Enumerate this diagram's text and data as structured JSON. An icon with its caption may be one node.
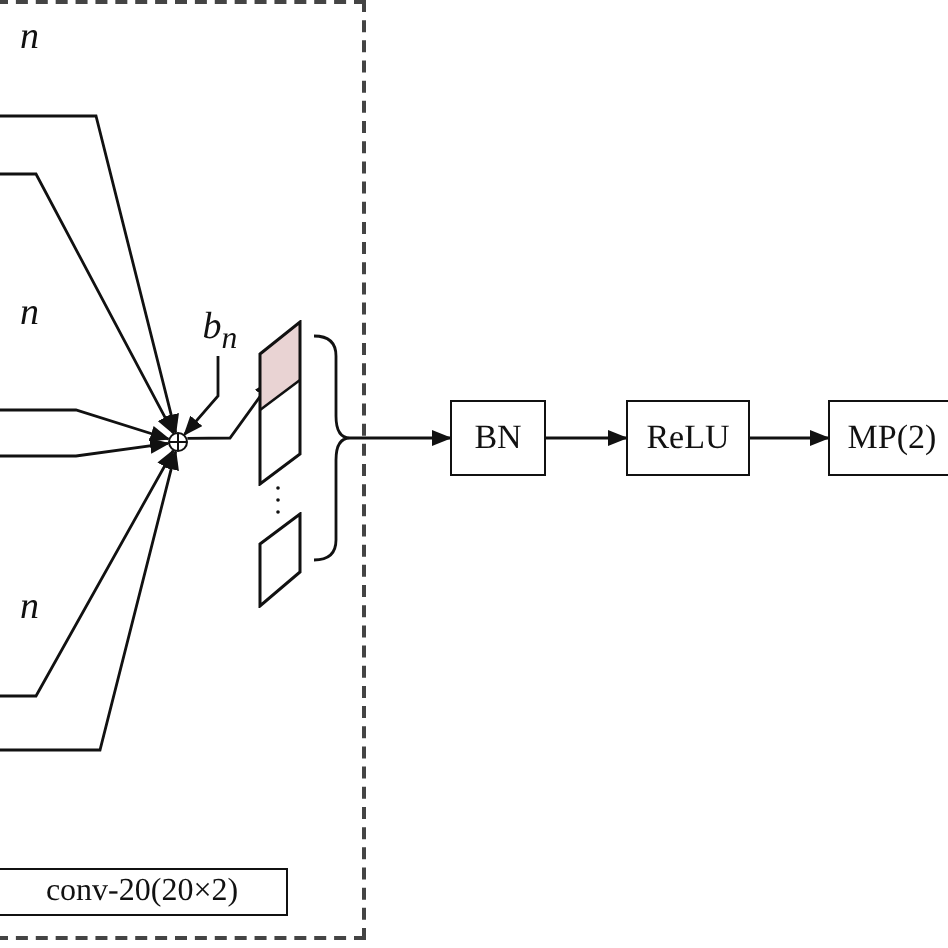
{
  "diagram": {
    "nodes": [
      {
        "text": [],
        "shape": "box"
      },
      {
        "text": [
          "conv-20(20×2)"
        ],
        "in": 0
      },
      {
        "text": [],
        "shape": "circle",
        "in": 0
      },
      {
        "text": [
          "b$_{n}$"
        ],
        "in": 0
      },
      {
        "text": [],
        "shape": "parallelogram",
        "in": 0
      },
      {
        "text": [],
        "shape": "parallelogram",
        "in": 0
      },
      {
        "text": [
          "BN"
        ]
      },
      {
        "text": [
          "ReLU"
        ]
      },
      {
        "text": [
          "MP(2)"
        ]
      }
    ],
    "edges": [
      {
        "from": null,
        "to": 2,
        "arrow": "to"
      },
      {
        "from": null,
        "to": 2,
        "arrow": "to"
      },
      {
        "from": null,
        "to": 2,
        "arrow": "to"
      },
      {
        "from": null,
        "to": 2,
        "arrow": "to"
      },
      {
        "from": null,
        "to": 2,
        "arrow": "to"
      },
      {
        "from": null,
        "to": 2,
        "arrow": "to"
      },
      {
        "from": 3,
        "to": 2,
        "arrow": "to"
      },
      {
        "from": 2,
        "to": 4,
        "arrow": "to"
      },
      {
        "from": 0,
        "to": 6,
        "arrow": "to"
      },
      {
        "from": 6,
        "to": 7,
        "arrow": "to"
      },
      {
        "from": 7,
        "to": 8,
        "arrow": "to"
      }
    ],
    "labels": [
      "n",
      "n",
      "n"
    ]
  }
}
